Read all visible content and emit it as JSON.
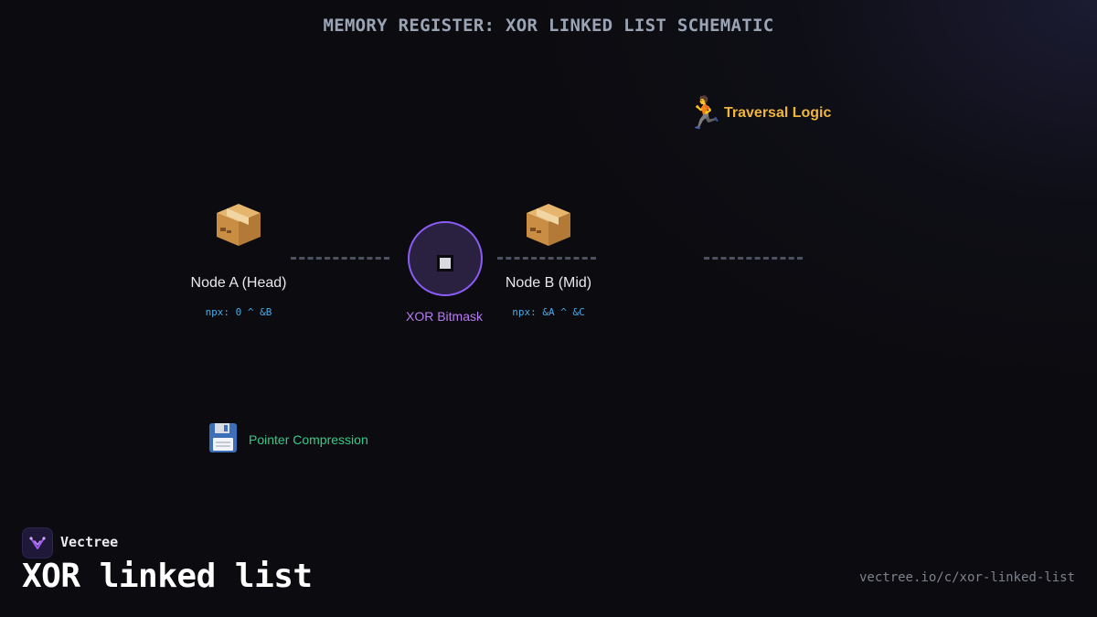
{
  "diagram": {
    "title": "MEMORY REGISTER: XOR LINKED LIST SCHEMATIC",
    "traversal": {
      "icon": "running-person-icon",
      "label": "Traversal Logic"
    },
    "node_a": {
      "icon": "package-icon",
      "label": "Node A (Head)",
      "code": "npx: 0 ^ &B"
    },
    "xor": {
      "icon": "square-icon",
      "label": "XOR Bitmask"
    },
    "node_b": {
      "icon": "package-icon",
      "label": "Node B (Mid)",
      "code": "npx: &A ^ &C"
    },
    "compression": {
      "icon": "floppy-disk-icon",
      "label": "Pointer Compression"
    }
  },
  "footer": {
    "brand": "Vectree",
    "topic": "XOR linked list",
    "url": "vectree.io/c/xor-linked-list"
  },
  "colors": {
    "background": "#0c0c10",
    "accent_purple": "#8b5cf6",
    "traversal_gold": "#f2b53a",
    "compression_green": "#37c98a",
    "code_blue": "#49a9e6"
  }
}
